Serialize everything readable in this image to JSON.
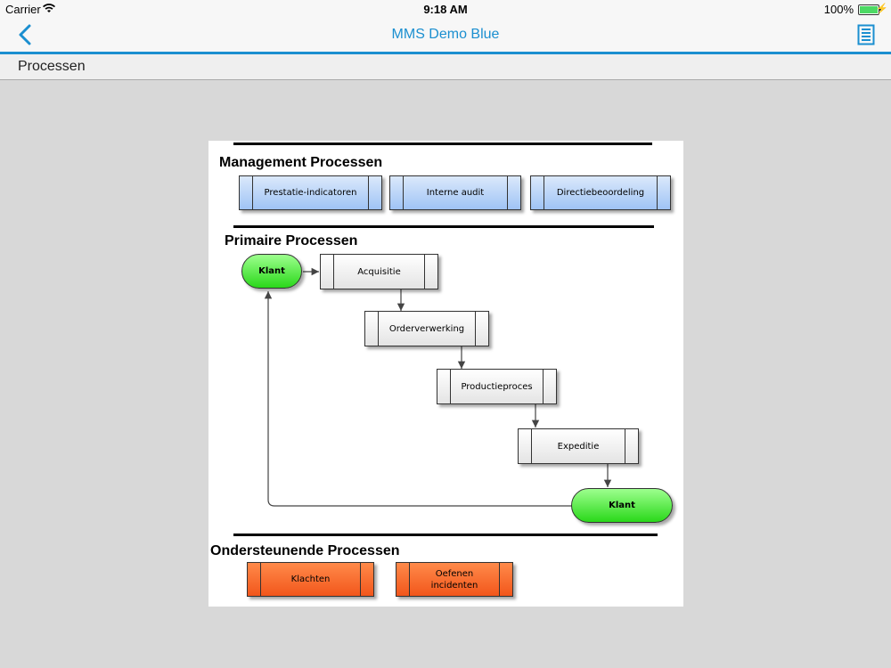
{
  "status": {
    "carrier": "Carrier",
    "time": "9:18 AM",
    "battery": "100%",
    "battery_level": 1.0
  },
  "nav": {
    "title": "MMS Demo Blue"
  },
  "section": {
    "title": "Processen"
  },
  "diagram": {
    "management": {
      "title": "Management Processen",
      "items": [
        "Prestatie-indicatoren",
        "Interne audit",
        "Directiebeoordeling"
      ]
    },
    "primary": {
      "title": "Primaire Processen",
      "start": "Klant",
      "steps": [
        "Acquisitie",
        "Orderverwerking",
        "Productieproces",
        "Expeditie"
      ],
      "end": "Klant"
    },
    "support": {
      "title": "Ondersteunende Processen",
      "items": [
        "Klachten",
        "Oefenen incidenten"
      ]
    }
  },
  "colors": {
    "accent": "#1b8fd0",
    "management_box": "#9fc3f5",
    "terminal": "#2ad81a",
    "support_box": "#f2561b"
  }
}
